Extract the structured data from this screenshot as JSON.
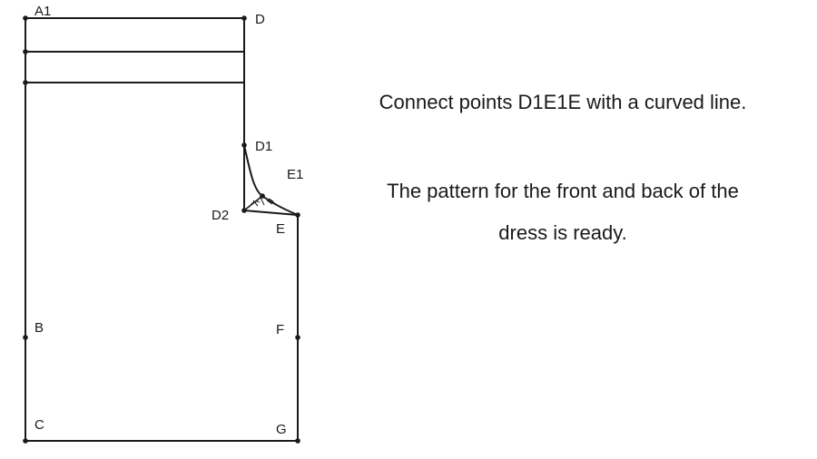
{
  "diagram": {
    "labels": {
      "A1": "A1",
      "D": "D",
      "D1": "D1",
      "E1": "E1",
      "D2": "D2",
      "E": "E",
      "B": "B",
      "F": "F",
      "C": "C",
      "G": "G"
    },
    "colors": {
      "stroke": "#1a1a1a",
      "background": "#ffffff"
    }
  },
  "instructions": {
    "step_1": "Connect points D1E1E with a curved line.",
    "step_2_line_1": "The pattern for the front and back of the",
    "step_2_line_2": "dress is ready."
  }
}
